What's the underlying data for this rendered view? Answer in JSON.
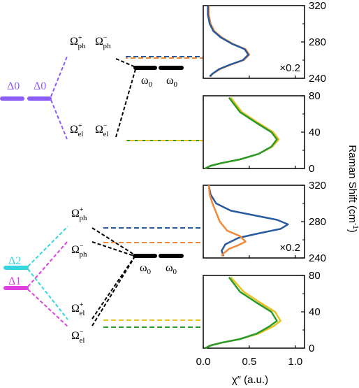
{
  "colors": {
    "purple": "#8B5CF6",
    "cyan": "#33D6E0",
    "magenta": "#E040E0",
    "black": "#000000",
    "orange": "#F08A3A",
    "blue": "#2A5A9E",
    "yellow": "#E8C020",
    "green": "#2A9A2A"
  },
  "levels": {
    "delta0_a": "Δ0",
    "delta0_b": "Δ0",
    "delta2": "Δ2",
    "delta1": "Δ1",
    "omega_ph_plus": "Ω",
    "omega_ph_plus_sup": "+",
    "omega_ph_plus_sub": "ph",
    "omega_ph_minus": "Ω",
    "omega_ph_minus_sup": "−",
    "omega_ph_minus_sub": "ph",
    "omega_el_plus": "Ω",
    "omega_el_plus_sup": "+",
    "omega_el_plus_sub": "el",
    "omega_el_minus": "Ω",
    "omega_el_minus_sup": "−",
    "omega_el_minus_sub": "el",
    "omega0": "ω",
    "omega0_sub": "0"
  },
  "chart_data": [
    {
      "type": "line",
      "panel": "top-1",
      "ylim": [
        240,
        320
      ],
      "yticks": [
        "240",
        "280",
        "320"
      ],
      "annotation": "×0.2",
      "series": [
        {
          "color": "orange",
          "x": [
            0.06,
            0.06,
            0.08,
            0.12,
            0.2,
            0.32,
            0.46,
            0.5,
            0.44,
            0.3,
            0.18,
            0.1,
            0.08
          ],
          "y": [
            320,
            310,
            300,
            292,
            285,
            278,
            272,
            266,
            260,
            255,
            250,
            245,
            242
          ]
        },
        {
          "color": "blue",
          "x": [
            0.05,
            0.05,
            0.07,
            0.11,
            0.19,
            0.31,
            0.45,
            0.49,
            0.43,
            0.29,
            0.17,
            0.1,
            0.07
          ],
          "y": [
            320,
            310,
            300,
            292,
            285,
            278,
            272,
            266,
            260,
            255,
            250,
            245,
            242
          ]
        }
      ]
    },
    {
      "type": "line",
      "panel": "top-2",
      "ylim": [
        0,
        80
      ],
      "yticks": [
        "0",
        "40",
        "80"
      ],
      "series": [
        {
          "color": "yellow",
          "x": [
            0.02,
            0.08,
            0.2,
            0.4,
            0.6,
            0.75,
            0.82,
            0.76,
            0.6,
            0.42,
            0.3
          ],
          "y": [
            0,
            3,
            6,
            10,
            16,
            24,
            32,
            40,
            50,
            62,
            78
          ]
        },
        {
          "color": "green",
          "x": [
            0.02,
            0.08,
            0.2,
            0.4,
            0.6,
            0.74,
            0.8,
            0.74,
            0.58,
            0.4,
            0.28
          ],
          "y": [
            0,
            3,
            6,
            10,
            16,
            24,
            32,
            40,
            50,
            62,
            78
          ]
        }
      ]
    },
    {
      "type": "line",
      "panel": "bottom-1",
      "ylim": [
        240,
        320
      ],
      "yticks": [
        "240",
        "280",
        "320"
      ],
      "annotation": "×0.2",
      "series": [
        {
          "color": "blue",
          "x": [
            0.06,
            0.08,
            0.14,
            0.3,
            0.55,
            0.8,
            0.92,
            0.84,
            0.6,
            0.38,
            0.24,
            0.2,
            0.22
          ],
          "y": [
            320,
            310,
            300,
            292,
            287,
            282,
            277,
            272,
            267,
            262,
            255,
            248,
            242
          ]
        },
        {
          "color": "orange",
          "x": [
            0.06,
            0.07,
            0.1,
            0.14,
            0.18,
            0.26,
            0.4,
            0.46,
            0.38,
            0.28,
            0.22,
            0.2
          ],
          "y": [
            320,
            310,
            300,
            290,
            280,
            270,
            264,
            258,
            254,
            250,
            245,
            242
          ]
        }
      ]
    },
    {
      "type": "line",
      "panel": "bottom-2",
      "ylim": [
        0,
        80
      ],
      "yticks": [
        "0",
        "40",
        "80"
      ],
      "xticks": [
        "0.0",
        "0.5",
        "1.0"
      ],
      "xlabel": "χ″ (a.u.)",
      "series": [
        {
          "color": "yellow",
          "x": [
            0.02,
            0.08,
            0.2,
            0.4,
            0.6,
            0.76,
            0.84,
            0.78,
            0.62,
            0.44,
            0.3
          ],
          "y": [
            0,
            3,
            6,
            10,
            16,
            24,
            30,
            40,
            50,
            62,
            78
          ]
        },
        {
          "color": "green",
          "x": [
            0.02,
            0.08,
            0.2,
            0.4,
            0.58,
            0.72,
            0.8,
            0.74,
            0.58,
            0.4,
            0.28
          ],
          "y": [
            0,
            3,
            6,
            10,
            16,
            24,
            30,
            40,
            50,
            62,
            78
          ]
        }
      ]
    }
  ],
  "ylabel": "Raman Shift (cm",
  "ylabel_sup": "-1",
  "ylabel_end": ")"
}
